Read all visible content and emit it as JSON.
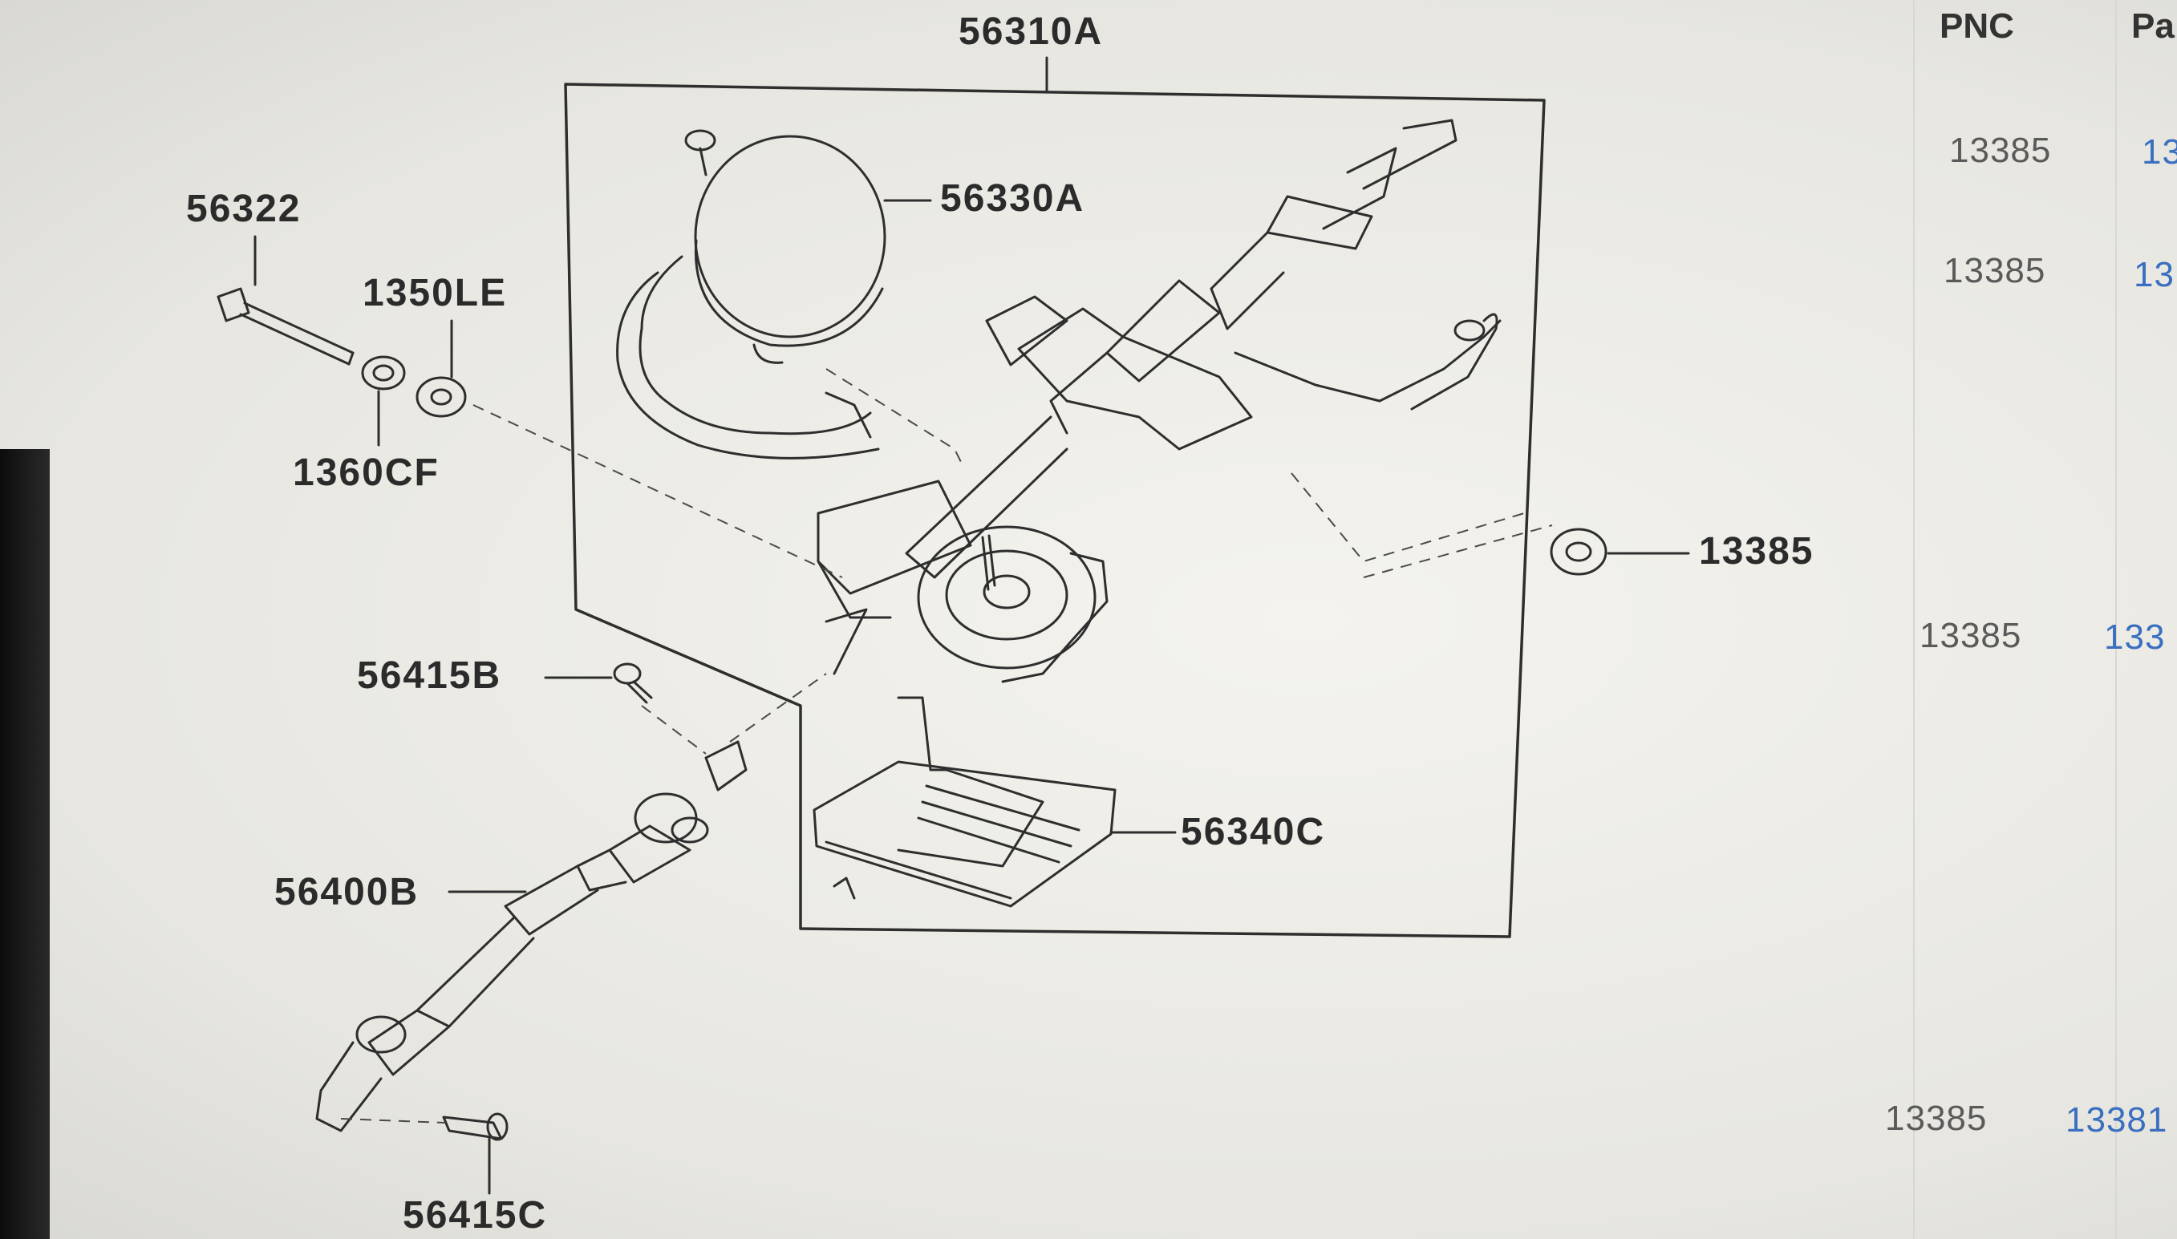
{
  "diagram": {
    "assembly_label": "56310A",
    "motor_label": "56330A",
    "bolt_label": "56322",
    "washer_top_label": "1350LE",
    "washer_bottom_label": "1360CF",
    "nut_label": "13385",
    "screw_top_label": "56415B",
    "shaft_label": "56400B",
    "ecu_label": "56340C",
    "screw_bottom_label": "56415C"
  },
  "table": {
    "columns": [
      "PNC",
      "Pa"
    ],
    "rows": [
      {
        "pnc": "13385",
        "part": "13"
      },
      {
        "pnc": "13385",
        "part": "13"
      },
      {
        "pnc": "13385",
        "part": "133"
      },
      {
        "pnc": "13385",
        "part": "13381"
      }
    ]
  },
  "colors": {
    "line": "#2e2e2e",
    "link_blue": "#3a6fc0"
  }
}
